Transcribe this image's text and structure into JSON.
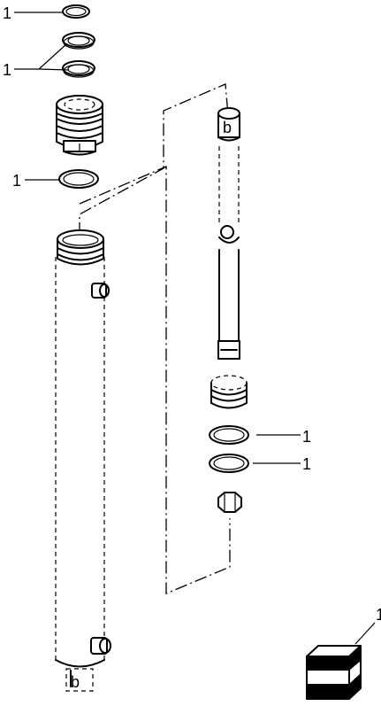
{
  "callouts": {
    "oring_top_small": "1",
    "seal_pair_top": "1",
    "oring_gland": "1",
    "oring_right_upper": "1",
    "oring_right_lower": "1",
    "seal_kit": "1"
  }
}
